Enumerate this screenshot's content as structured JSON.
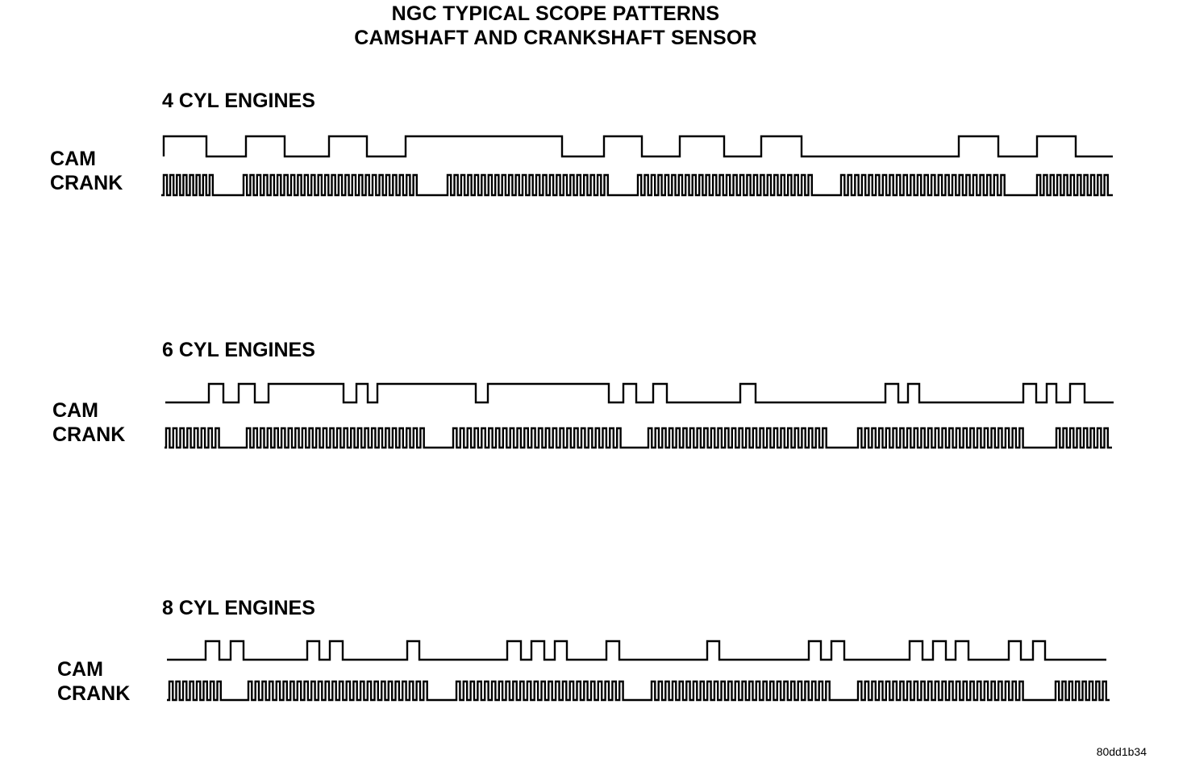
{
  "title_line1": "NGC TYPICAL SCOPE PATTERNS",
  "title_line2": "CAMSHAFT AND CRANKSHAFT SENSOR",
  "figure_code": "80dd1b34",
  "sections": [
    {
      "heading": "4 CYL ENGINES",
      "cam_label": "CAM",
      "crank_label": "CRANK",
      "cam_start_high": true,
      "cam_edges": [
        205,
        256,
        305,
        353,
        408,
        455,
        503,
        697,
        749,
        796,
        843,
        898,
        944,
        994,
        1189,
        1238,
        1286,
        1334
      ],
      "crank_groups": [
        [
          203,
          268,
          8
        ],
        [
          302,
          521,
          26
        ],
        [
          555,
          758,
          24
        ],
        [
          791,
          1011,
          26
        ],
        [
          1043,
          1250,
          24
        ],
        [
          1286,
          1378,
          11
        ]
      ]
    },
    {
      "heading": "6 CYL ENGINES",
      "cam_label": "CAM",
      "crank_label": "CRANK",
      "cam_start_high": false,
      "cam_edges": [
        259,
        277,
        296,
        316,
        333,
        426,
        442,
        456,
        468,
        590,
        605,
        755,
        773,
        789,
        810,
        827,
        918,
        937,
        1098,
        1114,
        1126,
        1140,
        1269,
        1285,
        1298,
        1310,
        1327,
        1345
      ],
      "crank_groups": [
        [
          206,
          276,
          8
        ],
        [
          306,
          530,
          26
        ],
        [
          562,
          774,
          24
        ],
        [
          804,
          1029,
          26
        ],
        [
          1064,
          1273,
          24
        ],
        [
          1310,
          1378,
          8
        ]
      ]
    },
    {
      "heading": "8 CYL ENGINES",
      "cam_label": "CAM",
      "crank_label": "CRANK",
      "cam_start_high": false,
      "cam_edges": [
        255,
        272,
        286,
        302,
        381,
        396,
        409,
        425,
        505,
        520,
        629,
        646,
        659,
        675,
        688,
        703,
        752,
        768,
        877,
        892,
        1003,
        1018,
        1031,
        1047,
        1128,
        1144,
        1157,
        1173,
        1185,
        1201,
        1251,
        1266,
        1281,
        1296
      ],
      "crank_groups": [
        [
          210,
          278,
          8
        ],
        [
          308,
          534,
          26
        ],
        [
          566,
          777,
          24
        ],
        [
          808,
          1033,
          26
        ],
        [
          1064,
          1273,
          24
        ],
        [
          1309,
          1376,
          8
        ]
      ]
    }
  ]
}
